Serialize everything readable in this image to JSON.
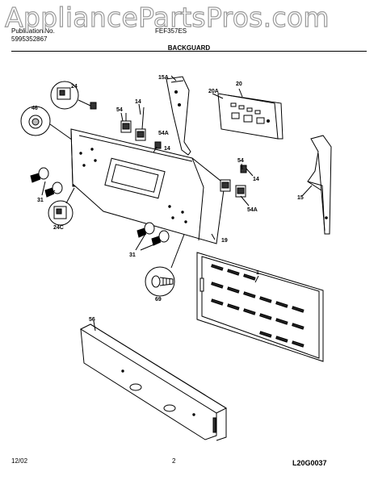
{
  "watermark": "AppliancePartsPros.com",
  "header": {
    "publication_label": "Publication No.",
    "publication_number": "5995352867",
    "model": "FEF357ES",
    "section_title": "BACKGUARD"
  },
  "callouts": {
    "c1": "1",
    "c14a": "14",
    "c14b": "14",
    "c14c": "14",
    "c15": "15",
    "c15a": "15A",
    "c19": "19",
    "c20": "20",
    "c20a": "20A",
    "c24": "24",
    "c24c": "24C",
    "c31a": "31",
    "c31b": "31",
    "c46": "46",
    "c54a": "54",
    "c54b": "54",
    "c54Aa": "54A",
    "c54Ab": "54A",
    "c56": "56",
    "c69": "69"
  },
  "drawing_code": "L20G0037",
  "footer": {
    "date": "12/02",
    "page": "2"
  }
}
